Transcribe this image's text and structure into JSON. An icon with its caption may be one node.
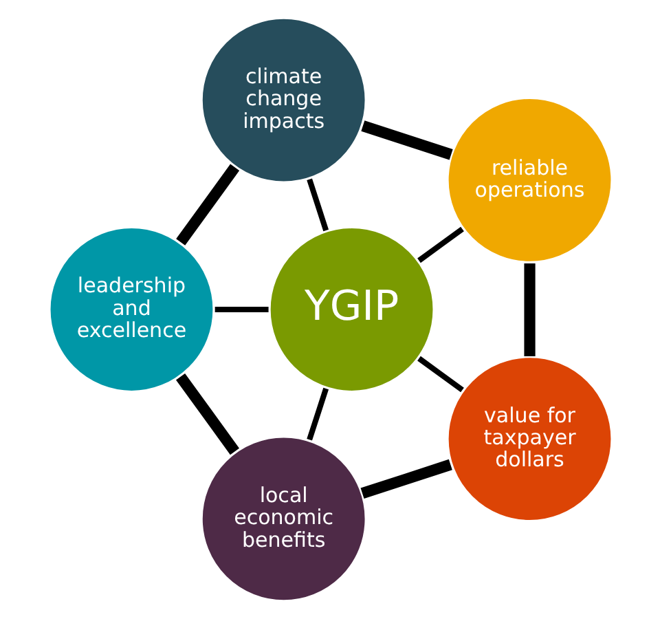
{
  "diagram": {
    "nodes": [
      {
        "text": [
          "climate change impacts"
        ]
      },
      {
        "text": [
          "leadership and excellence"
        ]
      },
      {
        "text": [
          "reliable operations"
        ]
      },
      {
        "text": [
          "YGIP"
        ]
      },
      {
        "text": [
          "local economic benefits"
        ]
      },
      {
        "text": [
          "value for taxpayer dollars"
        ]
      }
    ],
    "edges": [
      {
        "from": 3,
        "to": 0,
        "arrow": "none"
      },
      {
        "from": 3,
        "to": 2,
        "arrow": "none"
      },
      {
        "from": 3,
        "to": 5,
        "arrow": "none"
      },
      {
        "from": 3,
        "to": 4,
        "arrow": "none"
      },
      {
        "from": 3,
        "to": 1,
        "arrow": "none"
      },
      {
        "from": 0,
        "to": 2,
        "arrow": "none",
        "style": "thick"
      },
      {
        "from": 2,
        "to": 5,
        "arrow": "none",
        "style": "thick"
      },
      {
        "from": 5,
        "to": 4,
        "arrow": "none",
        "style": "thick"
      },
      {
        "from": 4,
        "to": 1,
        "arrow": "none",
        "style": "thick"
      },
      {
        "from": 1,
        "to": 0,
        "arrow": "none",
        "style": "thick"
      }
    ]
  }
}
